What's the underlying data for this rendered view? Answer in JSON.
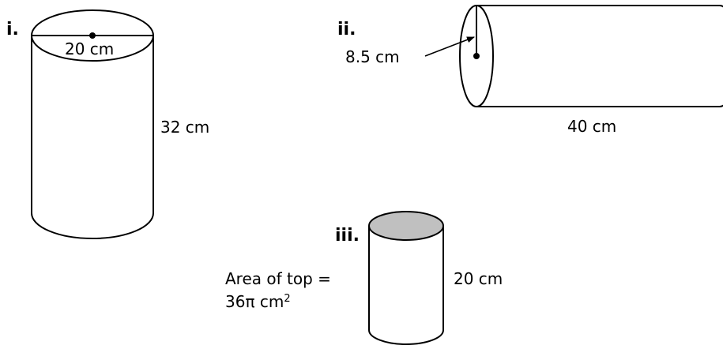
{
  "figures": [
    {
      "label": "i.",
      "diameter_label": "20 cm",
      "height_label": "32 cm"
    },
    {
      "label": "ii.",
      "radius_label": "8.5 cm",
      "length_label": "40 cm"
    },
    {
      "label": "iii.",
      "area_label_line1": "Area of top =",
      "area_label_line2_value": "36π cm",
      "area_label_line2_exponent": "2",
      "height_label": "20 cm"
    }
  ],
  "colors": {
    "stroke": "#000000",
    "top_fill": "#c0c0c0",
    "background": "#ffffff"
  }
}
